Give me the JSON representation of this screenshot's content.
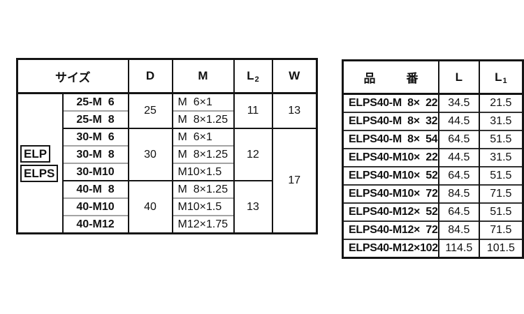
{
  "left_table": {
    "headers": {
      "size": "サイズ",
      "d": "D",
      "m": "M",
      "l2": {
        "base": "L",
        "sub": "2"
      },
      "w": "W"
    },
    "side_labels": {
      "elp": "ELP",
      "elps": "ELPS"
    },
    "rows": [
      {
        "size": "25-M  6",
        "m": "M  6×1",
        "d": "25",
        "l2": "11",
        "w": "13"
      },
      {
        "size": "25-M  8",
        "m": "M  8×1.25"
      },
      {
        "size": "30-M  6",
        "m": "M  6×1",
        "d": "30",
        "l2": "12",
        "w": "17"
      },
      {
        "size": "30-M  8",
        "m": "M  8×1.25"
      },
      {
        "size": "30-M10",
        "m": "M10×1.5"
      },
      {
        "size": "40-M  8",
        "m": "M  8×1.25",
        "d": "40",
        "l2": "13"
      },
      {
        "size": "40-M10",
        "m": "M10×1.5"
      },
      {
        "size": "40-M12",
        "m": "M12×1.75"
      }
    ]
  },
  "right_table": {
    "headers": {
      "part_a": "品",
      "part_b": "番",
      "l": "L",
      "l1": {
        "base": "L",
        "sub": "1"
      }
    },
    "rows": [
      {
        "part": "ELPS40-M  8×  22",
        "l": "34.5",
        "l1": "21.5"
      },
      {
        "part": "ELPS40-M  8×  32",
        "l": "44.5",
        "l1": "31.5"
      },
      {
        "part": "ELPS40-M  8×  54",
        "l": "64.5",
        "l1": "51.5"
      },
      {
        "part": "ELPS40-M10×  22",
        "l": "44.5",
        "l1": "31.5"
      },
      {
        "part": "ELPS40-M10×  52",
        "l": "64.5",
        "l1": "51.5"
      },
      {
        "part": "ELPS40-M10×  72",
        "l": "84.5",
        "l1": "71.5"
      },
      {
        "part": "ELPS40-M12×  52",
        "l": "64.5",
        "l1": "51.5"
      },
      {
        "part": "ELPS40-M12×  72",
        "l": "84.5",
        "l1": "71.5"
      },
      {
        "part": "ELPS40-M12×102",
        "l": "114.5",
        "l1": "101.5"
      }
    ]
  },
  "colors": {
    "line": "#141414",
    "gray_line": "#a3a3a3",
    "text": "#111111",
    "background": "#ffffff"
  }
}
